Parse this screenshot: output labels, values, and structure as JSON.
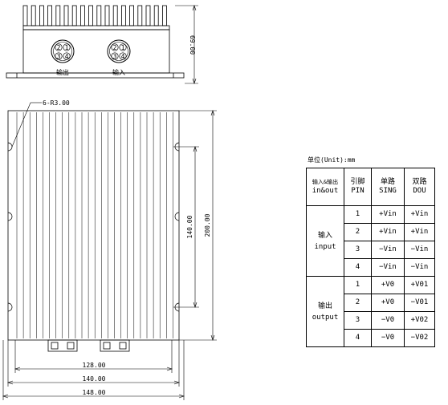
{
  "drawing": {
    "connector_left_label": "输出",
    "connector_right_label": "输入",
    "pins": [
      "1",
      "2",
      "3",
      "4"
    ],
    "dim_height_side": "69.00",
    "dim_corner_radius": "6-R3.00",
    "dim_hole_pitch_vertical": "140.00",
    "dim_total_length": "200.00",
    "dim_width_128": "128.00",
    "dim_width_140": "140.00",
    "dim_width_148": "148.00"
  },
  "table": {
    "unit": "单位(Unit):mm",
    "header": {
      "col1_l1": "输入&输出",
      "col1_l2": "in&out",
      "col2_l1": "引脚",
      "col2_l2": "PIN",
      "col3_l1": "单路",
      "col3_l2": "SING",
      "col4_l1": "双路",
      "col4_l2": "DOU"
    },
    "input_group": {
      "l1": "输入",
      "l2": "input"
    },
    "output_group": {
      "l1": "输出",
      "l2": "output"
    },
    "rows": [
      {
        "pin": "1",
        "sing": "+Vin",
        "dou": "+Vin"
      },
      {
        "pin": "2",
        "sing": "+Vin",
        "dou": "+Vin"
      },
      {
        "pin": "3",
        "sing": "−Vin",
        "dou": "−Vin"
      },
      {
        "pin": "4",
        "sing": "−Vin",
        "dou": "−Vin"
      },
      {
        "pin": "1",
        "sing": "+V0",
        "dou": "+V01"
      },
      {
        "pin": "2",
        "sing": "+V0",
        "dou": "−V01"
      },
      {
        "pin": "3",
        "sing": "−V0",
        "dou": "+V02"
      },
      {
        "pin": "4",
        "sing": "−V0",
        "dou": "−V02"
      }
    ]
  }
}
